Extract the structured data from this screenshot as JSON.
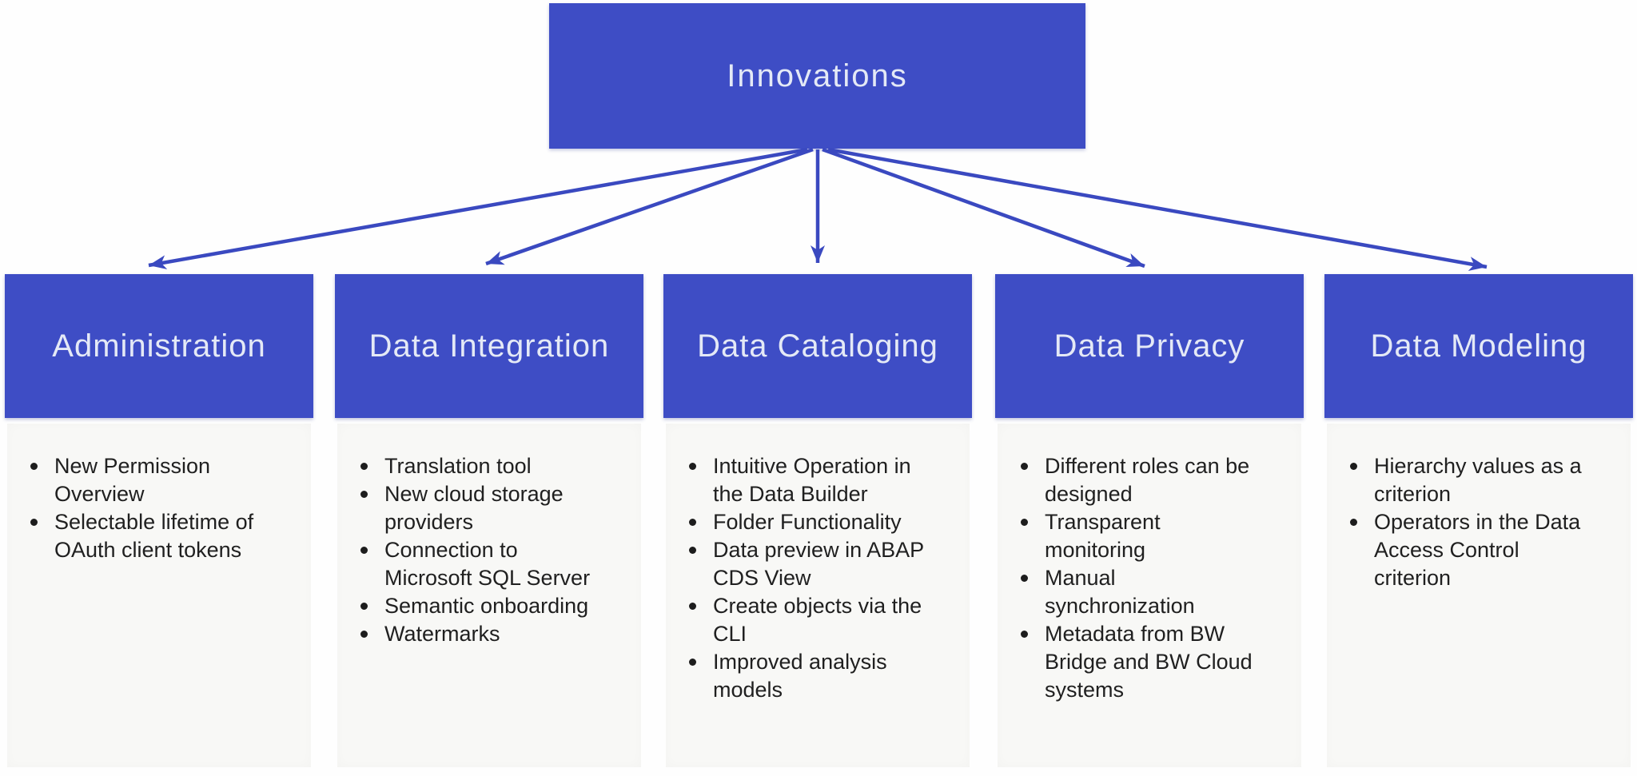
{
  "root": {
    "label": "Innovations"
  },
  "colors": {
    "node_blue": "#3e4dc5",
    "arrow_blue": "#3a49c0",
    "header_text": "#e4e9f6",
    "body_background": "#f8f8f6",
    "body_text": "#202020",
    "page_background": "#fefefe"
  },
  "columns": [
    {
      "title": "Administration",
      "items": [
        "New Permission Overview",
        "Selectable lifetime of OAuth client tokens"
      ]
    },
    {
      "title": "Data Integration",
      "items": [
        "Translation tool",
        "New cloud storage providers",
        "Connection to Microsoft SQL Server",
        "Semantic onboarding",
        "Watermarks"
      ]
    },
    {
      "title": "Data Cataloging",
      "items": [
        "Intuitive Operation in the Data Builder",
        "Folder Functionality",
        "Data preview in ABAP CDS View",
        "Create objects via the CLI",
        "Improved analysis models"
      ]
    },
    {
      "title": "Data Privacy",
      "items": [
        "Different roles can be designed",
        "Transparent monitoring",
        "Manual synchronization",
        "Metadata from BW Bridge and BW Cloud systems"
      ]
    },
    {
      "title": "Data Modeling",
      "items": [
        "Hierarchy values as a criterion",
        "Operators in the Data Access Control criterion"
      ]
    }
  ]
}
